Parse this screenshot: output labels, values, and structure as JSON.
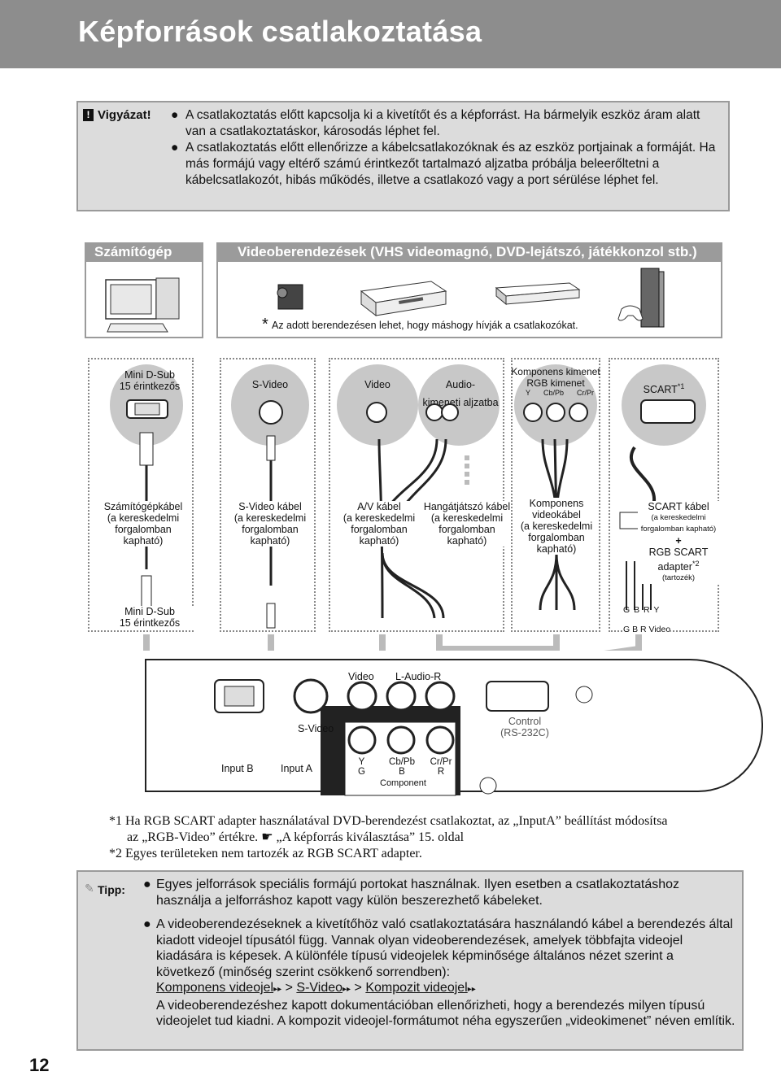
{
  "page": {
    "title": "Képforrások csatlakoztatása",
    "page_number": "12"
  },
  "warning": {
    "label": "Vigyázat!",
    "items": [
      "A csatlakoztatás előtt kapcsolja ki a kivetítőt és a képforrást. Ha bármelyik eszköz áram alatt van a csatlakoztatáskor, károsodás léphet fel.",
      "A csatlakoztatás előtt ellenőrizze a kábelcsatlakozóknak és az eszköz portjainak a formáját. Ha más formájú vagy eltérő számú érintkezőt tartalmazó aljzatba próbálja beleerőltetni a kábelcsatlakozót, hibás működés, illetve a csatlakozó vagy a port sérülése léphet fel."
    ]
  },
  "categories": {
    "computer": "Számítógép",
    "video": "Videoberendezések (VHS videomagnó, DVD-lejátszó, játékkonzol stb.)",
    "note": "Az adott berendezésen lehet, hogy máshogy hívják a csatlakozókat."
  },
  "ports": {
    "minidsub_top": [
      "Mini D-Sub",
      "15 érintkezős"
    ],
    "svideo": "S-Video",
    "video": "Video",
    "audio": [
      "Audio-",
      "kimeneti aljzatba"
    ],
    "component": [
      "Komponens kimenet",
      "RGB kimenet"
    ],
    "component_sub": [
      "Y",
      "Cb/Pb",
      "Cr/Pr"
    ],
    "scart": "SCART",
    "scart_sup": "*1"
  },
  "cables": {
    "computer": [
      "Számítógépkábel",
      "(a kereskedelmi",
      "forgalomban",
      "kapható)"
    ],
    "svideo": [
      "S-Video kábel",
      "(a kereskedelmi",
      "forgalomban",
      "kapható)"
    ],
    "av": [
      "A/V kábel",
      "(a kereskedelmi",
      "forgalomban",
      "kapható)"
    ],
    "audio": [
      "Hangátjátszó kábel",
      "(a kereskedelmi",
      "forgalomban",
      "kapható)"
    ],
    "component": [
      "Komponens",
      "videokábel",
      "(a kereskedelmi",
      "forgalomban",
      "kapható)"
    ],
    "scart": [
      "SCART kábel",
      "(a kereskedelmi",
      "forgalomban kapható)",
      "+",
      "RGB SCART",
      "adapter",
      "(tartozék)"
    ],
    "scart_sup": "*2",
    "minidsub_bottom": [
      "Mini D-Sub",
      "15 érintkezős"
    ],
    "scart_plugs_top": "G B R Y",
    "scart_plugs_bottom": "G B R Video"
  },
  "panel": {
    "video": "Video",
    "audio": "L-Audio-R",
    "svideo": "S-Video",
    "control": [
      "Control",
      "(RS-232C)"
    ],
    "input_b": "Input B",
    "input_a": "Input A",
    "comp_y": [
      "Y",
      "G"
    ],
    "comp_cb": [
      "Cb/Pb",
      "B"
    ],
    "comp_cr": [
      "Cr/Pr",
      "R"
    ],
    "component": "Component"
  },
  "footnotes": {
    "n1_line1": "*1 Ha RGB SCART adapter használatával DVD-berendezést csatlakoztat, az „InputA” beállítást módosítsa",
    "n1_line2_a": "az „RGB-Video” értékre.",
    "n1_line2_b": "„A képforrás kiválasztása” 15. oldal",
    "n2": "*2 Egyes területeken nem tartozék az RGB SCART adapter."
  },
  "tip": {
    "label": "Tipp:",
    "item1": "Egyes jelforrások speciális formájú portokat használnak. Ilyen esetben a csatlakoztatáshoz használja a jelforráshoz kapott vagy külön beszerezhető kábeleket.",
    "item2_a": "A videoberendezéseknek a kivetítőhöz való csatlakoztatására használandó kábel a berendezés által kiadott videojel típusától függ. Vannak olyan videoberendezések, amelyek többfajta videojel kiadására is képesek. A különféle típusú videojelek képminősége általános nézet szerint a következő (minőség szerint csökkenő sorrendben):",
    "rank1": "Komponens videojel",
    "rank2": "S-Video",
    "rank3": "Kompozit videojel",
    "sep": ">",
    "item2_b": "A videoberendezéshez kapott dokumentációban ellenőrizheti, hogy a berendezés milyen típusú videojelet tud kiadni. A kompozit videojel-formátumot néha egyszerűen „videokimenet” néven említik."
  }
}
